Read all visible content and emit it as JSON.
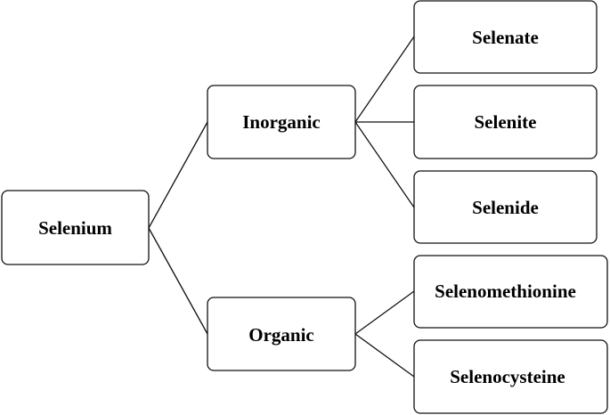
{
  "diagram": {
    "root": {
      "label": "Selenium"
    },
    "branches": [
      {
        "label": "Inorganic",
        "children": [
          {
            "label": "Selenate"
          },
          {
            "label": "Selenite"
          },
          {
            "label": "Selenide"
          }
        ]
      },
      {
        "label": "Organic",
        "children": [
          {
            "label": "Selenomethionine"
          },
          {
            "label": "Selenocysteine"
          }
        ]
      }
    ]
  }
}
